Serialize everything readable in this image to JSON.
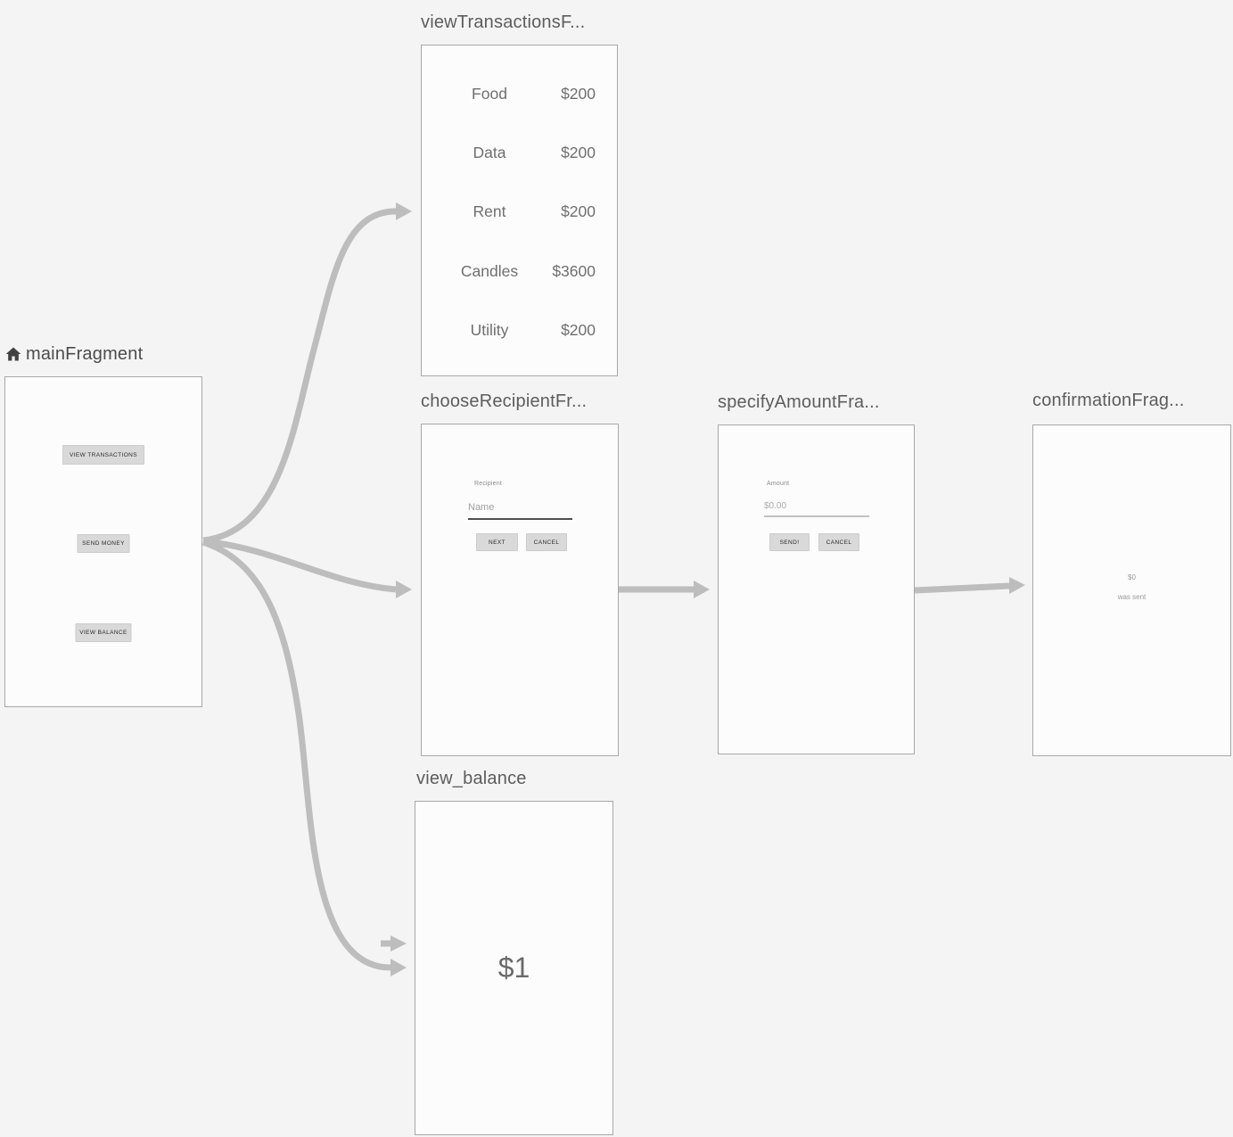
{
  "colors": {
    "background": "#f4f4f4",
    "panel_fill": "#fcfcfc",
    "panel_border": "#a8a8a8",
    "arrow": "#bdbdbd",
    "title_text": "#5d5d5d",
    "preview_button_fill": "#d9d9d9",
    "list_text": "#6f6f6f"
  },
  "fragments": {
    "main": {
      "title": "mainFragment",
      "home_icon": "home-icon",
      "buttons": [
        "VIEW TRANSACTIONS",
        "SEND MONEY",
        "VIEW BALANCE"
      ]
    },
    "view_transactions": {
      "title": "viewTransactionsF...",
      "rows": [
        {
          "label": "Food",
          "amount": "$200"
        },
        {
          "label": "Data",
          "amount": "$200"
        },
        {
          "label": "Rent",
          "amount": "$200"
        },
        {
          "label": "Candles",
          "amount": "$3600"
        },
        {
          "label": "Utility",
          "amount": "$200"
        }
      ]
    },
    "choose_recipient": {
      "title": "chooseRecipientFr...",
      "field_label": "Recipient",
      "placeholder": "Name",
      "next_label": "NEXT",
      "cancel_label": "CANCEL"
    },
    "specify_amount": {
      "title": "specifyAmountFra...",
      "field_label": "Amount",
      "value": "$0.00",
      "send_label": "SEND!",
      "cancel_label": "CANCEL"
    },
    "confirmation": {
      "title": "confirmationFrag...",
      "line1": "$0",
      "line2": "was sent"
    },
    "view_balance": {
      "title": "view_balance",
      "balance": "$1"
    }
  }
}
